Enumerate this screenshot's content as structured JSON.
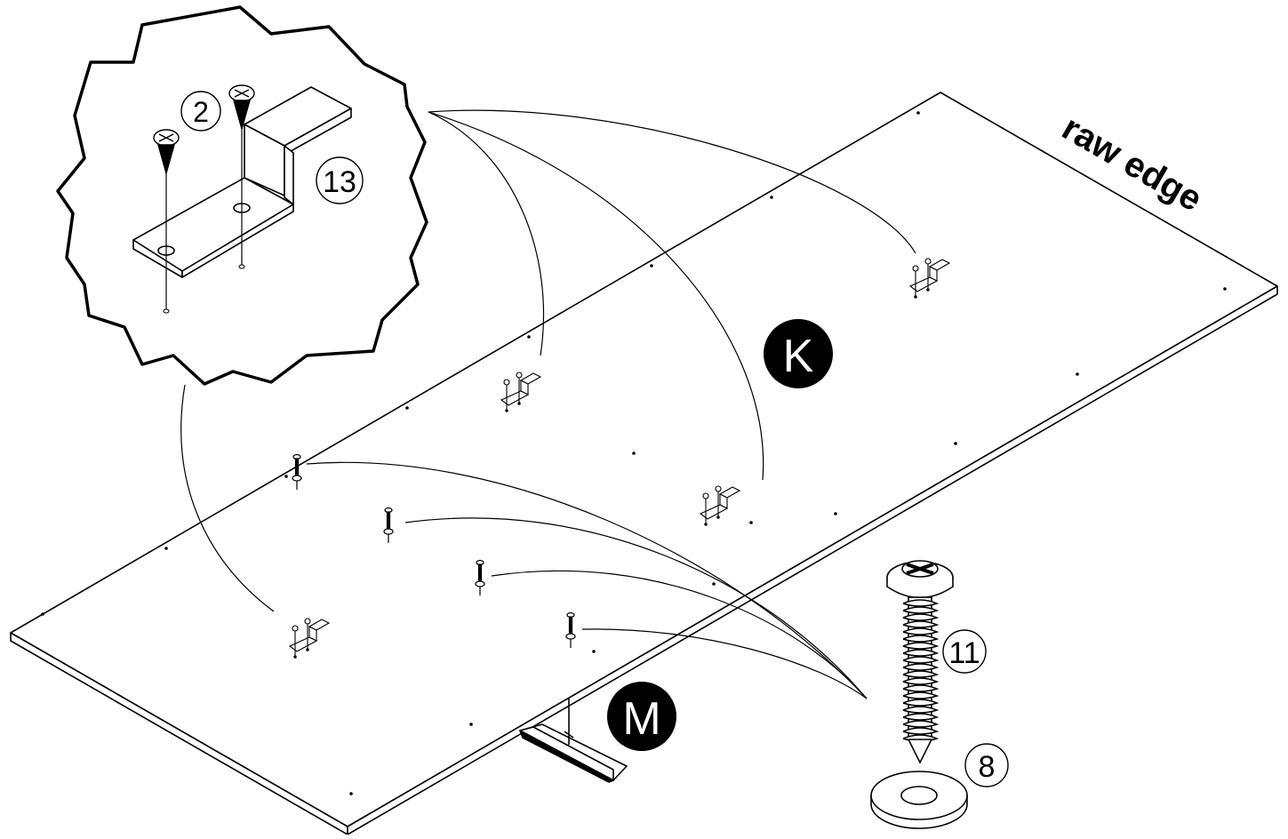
{
  "labels": {
    "raw_edge": "raw edge",
    "part_k": "K",
    "part_m": "M",
    "item_2": "2",
    "item_13": "13",
    "item_11": "11",
    "item_8": "8"
  },
  "colors": {
    "ink": "#000000",
    "paper": "#ffffff"
  },
  "icons": {
    "screw_short": "pan-head-screw-icon",
    "screw_long": "long-screw-icon",
    "washer": "washer-icon",
    "bracket": "z-bracket-icon"
  }
}
